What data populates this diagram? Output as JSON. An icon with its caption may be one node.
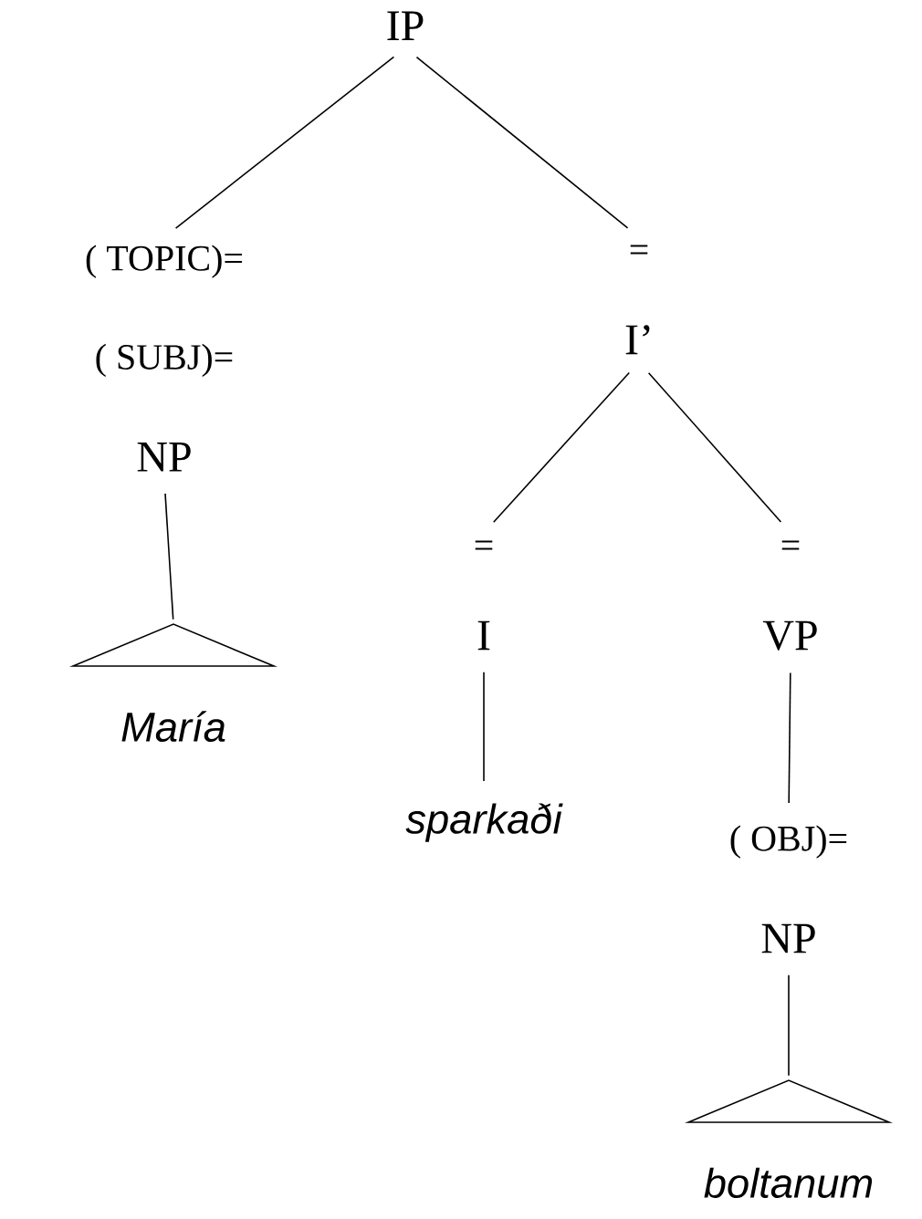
{
  "diagram": {
    "nodes": [
      {
        "text": [
          "IP"
        ]
      },
      {
        "text": [
          "( TOPIC)=",
          "( SUBJ)=",
          "NP"
        ]
      },
      {
        "text": [
          "=",
          "I’"
        ]
      },
      {
        "text": [
          "=",
          "I"
        ]
      },
      {
        "text": [
          "=",
          "VP"
        ]
      },
      {
        "text": [
          "María"
        ]
      },
      {
        "text": [
          "sparkaði"
        ]
      },
      {
        "text": [
          "( OBJ)=",
          "NP"
        ]
      },
      {
        "text": [
          "boltanum"
        ]
      }
    ],
    "edges": [
      {
        "from": 0,
        "to": 1,
        "arrow": "none"
      },
      {
        "from": 0,
        "to": 2,
        "arrow": "none"
      },
      {
        "from": 2,
        "to": 3,
        "arrow": "none"
      },
      {
        "from": 2,
        "to": 4,
        "arrow": "none"
      },
      {
        "from": 1,
        "to": 5,
        "arrow": "none"
      },
      {
        "from": 3,
        "to": 6,
        "arrow": "none"
      },
      {
        "from": 4,
        "to": 7,
        "arrow": "none"
      },
      {
        "from": 7,
        "to": 8,
        "arrow": "none"
      }
    ]
  }
}
